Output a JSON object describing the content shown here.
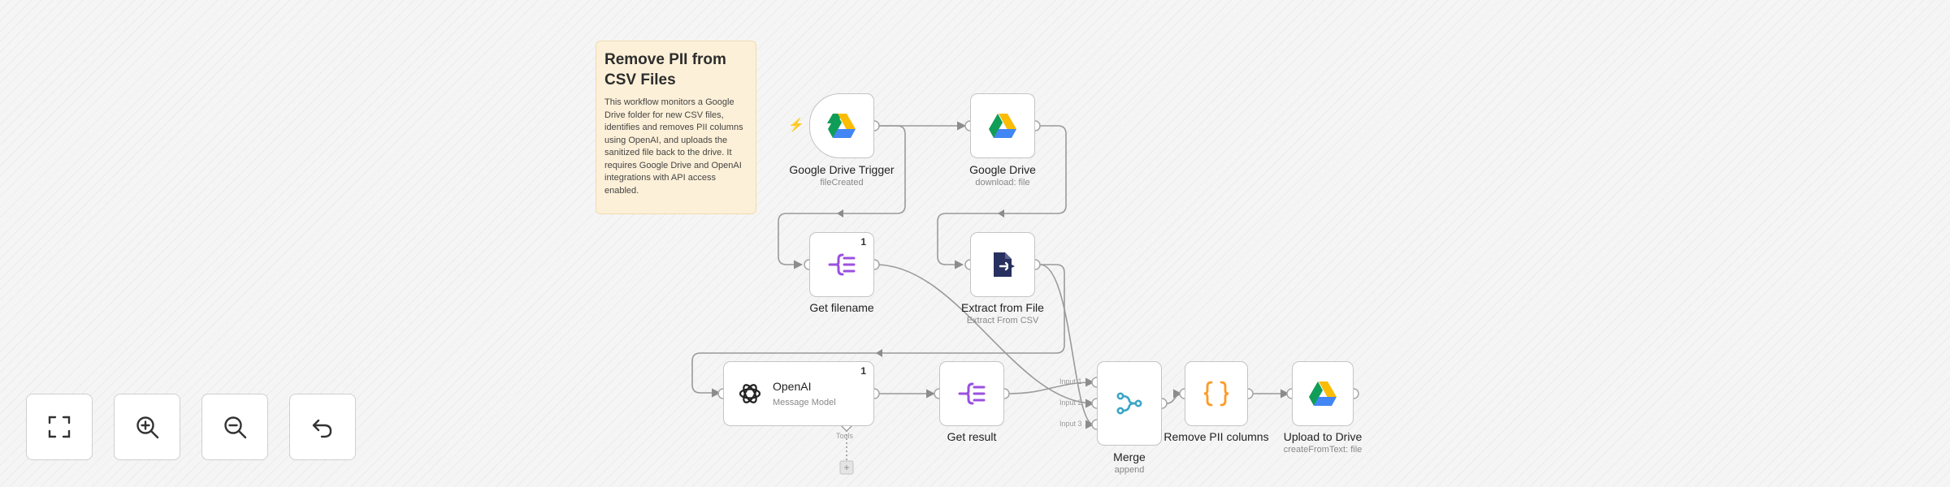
{
  "sticky": {
    "title": "Remove PII from CSV Files",
    "body": "This workflow monitors a Google Drive folder for new CSV files, identifies and removes PII columns using OpenAI, and uploads the sanitized file back to the drive. It requires Google Drive and OpenAI integrations with API access enabled."
  },
  "nodes": {
    "trigger": {
      "title": "Google Drive Trigger",
      "subtitle": "fileCreated"
    },
    "drive": {
      "title": "Google Drive",
      "subtitle": "download: file"
    },
    "filename": {
      "title": "Get filename",
      "badge": "1"
    },
    "extract": {
      "title": "Extract from File",
      "subtitle": "Extract From CSV"
    },
    "openai": {
      "title": "OpenAI",
      "subtitle": "Message Model",
      "badge": "1",
      "tool_label": "Tools"
    },
    "result": {
      "title": "Get result"
    },
    "merge": {
      "title": "Merge",
      "subtitle": "append",
      "inputs": [
        "Input 1",
        "Input 2",
        "Input 3"
      ]
    },
    "removepii": {
      "title": "Remove PII columns"
    },
    "upload": {
      "title": "Upload to Drive",
      "subtitle": "createFromText: file"
    }
  },
  "controls": {
    "fit_view": "fit-view-icon",
    "zoom_in": "zoom-in-icon",
    "zoom_out": "zoom-out-icon",
    "reset": "undo-icon"
  },
  "colors": {
    "canvas_bg": "#f5f5f5",
    "sticky_bg": "#fdf0d8",
    "edge": "#9a9a9a",
    "trigger_bolt": "#ff6d5a",
    "set_icon": "#9b51e0",
    "code_icon": "#ff9b26",
    "merge_icon": "#3aa5c6",
    "extract_icon": "#27305e"
  }
}
